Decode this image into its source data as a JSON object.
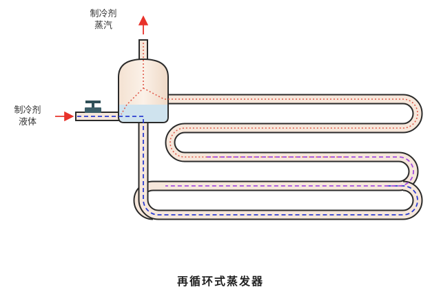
{
  "labels": {
    "vapor_outlet": [
      "制冷剂",
      "蒸汽"
    ],
    "liquid_inlet": [
      "制冷剂",
      "液体"
    ]
  },
  "caption": "再循环式蒸发器",
  "colors": {
    "background": "#ffffff",
    "pipe_outline": "#2a2a2a",
    "pipe_fill": "#f6e7db",
    "vapor_flow": "#e05a4a",
    "liquid_flow": "#2a3bd0",
    "liquid_region": "#cfe3ee",
    "arrow": "#e8322a",
    "valve": "#2f4f57"
  },
  "icons": [
    "flow-arrow-up-icon",
    "flow-arrow-right-icon",
    "valve-icon"
  ]
}
